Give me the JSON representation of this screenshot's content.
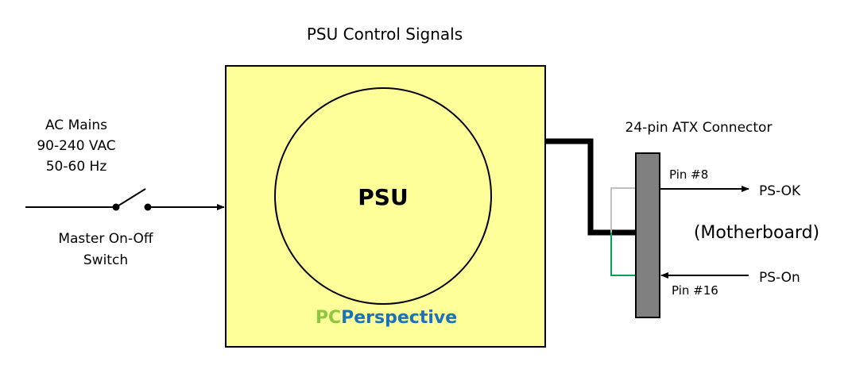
{
  "title": "PSU Control Signals",
  "ac_mains": {
    "line1": "AC Mains",
    "line2": "90-240 VAC",
    "line3": "50-60 Hz"
  },
  "switch": {
    "line1": "Master On-Off",
    "line2": "Switch"
  },
  "psu": {
    "label": "PSU"
  },
  "logo": {
    "part1": "PC",
    "part2": "Perspective",
    "color1": "#8dc63f",
    "color2": "#1a73b8"
  },
  "connector": {
    "label": "24-pin ATX Connector",
    "pin_top": "Pin #8",
    "pin_bottom": "Pin #16"
  },
  "signals": {
    "ps_ok": "PS-OK",
    "ps_on": "PS-On"
  },
  "motherboard": "(Motherboard)",
  "colors": {
    "psu_fill": "#ffff99",
    "connector_fill": "#808080",
    "ps_ok_wire": "#c0c0c0",
    "ps_on_wire": "#00a651"
  }
}
